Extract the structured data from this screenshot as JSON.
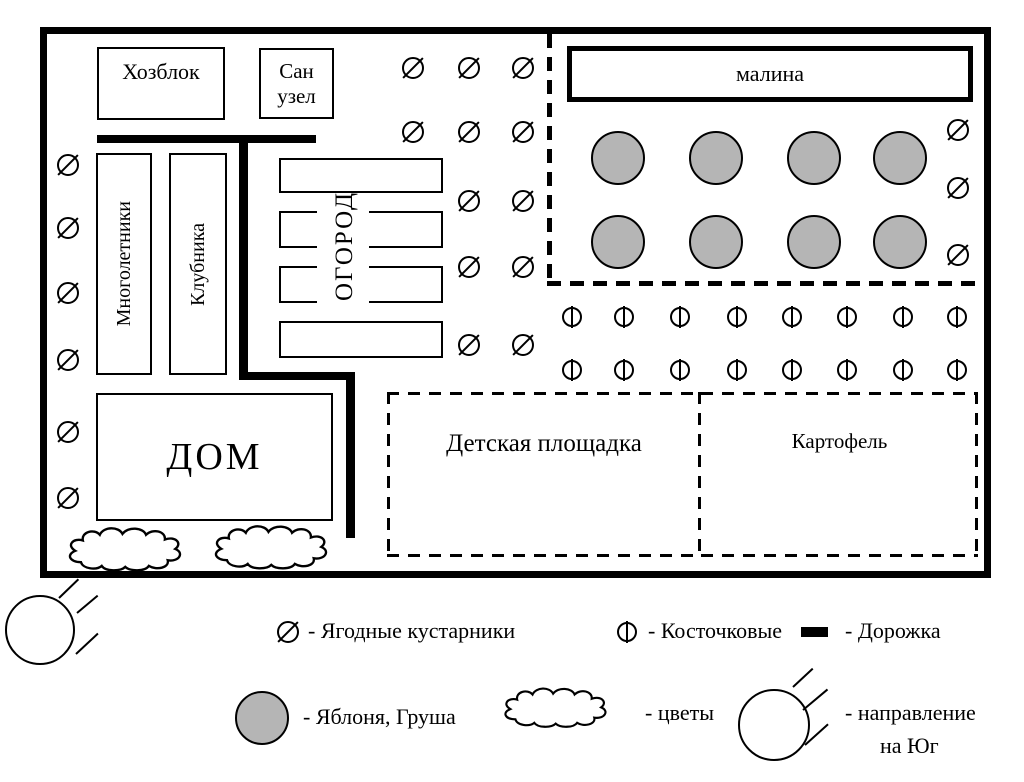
{
  "plan": {
    "areas": {
      "hozblok": "Хозблок",
      "sanuzel": "Сан узел",
      "malina": "малина",
      "mnogoletniki": "Многолетники",
      "klubnika": "Клубника",
      "ogorod": "ОГОРОД",
      "dom": "ДОМ",
      "playground": "Детская площадка",
      "potato": "Картофель"
    },
    "symbols": {
      "berry_bushes": [
        [
          68,
          165
        ],
        [
          68,
          228
        ],
        [
          68,
          293
        ],
        [
          68,
          360
        ],
        [
          68,
          432
        ],
        [
          68,
          498
        ],
        [
          413,
          68
        ],
        [
          469,
          68
        ],
        [
          523,
          68
        ],
        [
          413,
          132
        ],
        [
          469,
          132
        ],
        [
          523,
          132
        ],
        [
          469,
          201
        ],
        [
          523,
          201
        ],
        [
          469,
          267
        ],
        [
          523,
          267
        ],
        [
          469,
          345
        ],
        [
          523,
          345
        ],
        [
          958,
          130
        ],
        [
          958,
          188
        ],
        [
          958,
          255
        ]
      ],
      "stone_fruits": [
        [
          572,
          317
        ],
        [
          624,
          317
        ],
        [
          680,
          317
        ],
        [
          737,
          317
        ],
        [
          792,
          317
        ],
        [
          847,
          317
        ],
        [
          903,
          317
        ],
        [
          957,
          317
        ],
        [
          572,
          370
        ],
        [
          624,
          370
        ],
        [
          680,
          370
        ],
        [
          737,
          370
        ],
        [
          792,
          370
        ],
        [
          847,
          370
        ],
        [
          903,
          370
        ],
        [
          957,
          370
        ]
      ],
      "fruit_trees": [
        [
          618,
          158
        ],
        [
          716,
          158
        ],
        [
          814,
          158
        ],
        [
          900,
          158
        ],
        [
          618,
          242
        ],
        [
          716,
          242
        ],
        [
          814,
          242
        ],
        [
          900,
          242
        ]
      ],
      "flower_clouds": [
        [
          130,
          548
        ],
        [
          276,
          546
        ]
      ]
    }
  },
  "legend": {
    "berry_bushes": "- Ягодные кустарники",
    "stone_fruits": "- Косточковые",
    "path": "- Дорожка",
    "fruit_trees": "- Яблоня, Груша",
    "flowers": "- цветы",
    "south_line1": "- направление",
    "south_line2": "на Юг"
  },
  "colors": {
    "line": "#000000",
    "tree_fill": "#b5b5b5",
    "background": "#ffffff"
  }
}
